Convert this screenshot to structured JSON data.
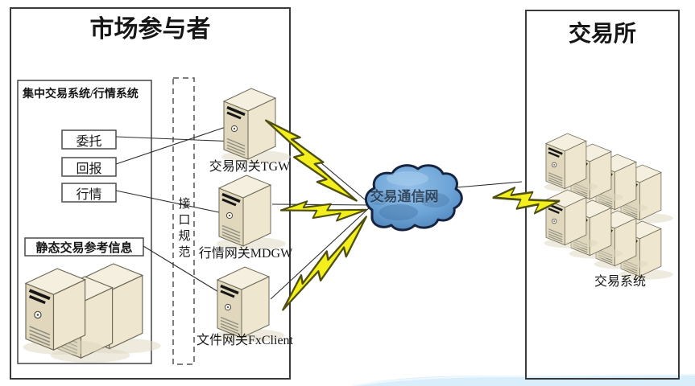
{
  "diagram": {
    "left_panel": {
      "title": "市场参与者",
      "system_box_label": "集中交易系统/行情系统",
      "flow_boxes": [
        {
          "label": "委托"
        },
        {
          "label": "回报"
        },
        {
          "label": "行情"
        }
      ],
      "static_info_label": "静态交易参考信息",
      "interface_spec_label": "接口规范",
      "gateways": [
        {
          "label": "交易网关TGW"
        },
        {
          "label": "行情网关MDGW"
        },
        {
          "label": "文件网关FxClient"
        }
      ]
    },
    "cloud": {
      "label": "交易通信网"
    },
    "right_panel": {
      "title": "交易所",
      "system_label": "交易系统"
    },
    "colors": {
      "lightning_fill": "#f3ef1c",
      "lightning_outline": "#4f4f12",
      "cloud_fill": "#6ba3d6",
      "cloud_outline": "#17243f",
      "server_front": "#e0d7bc",
      "server_side": "#eee6cf",
      "server_top": "#f4efde",
      "box_border": "#3a3a3a",
      "swoosh": "#d8eefb"
    }
  }
}
